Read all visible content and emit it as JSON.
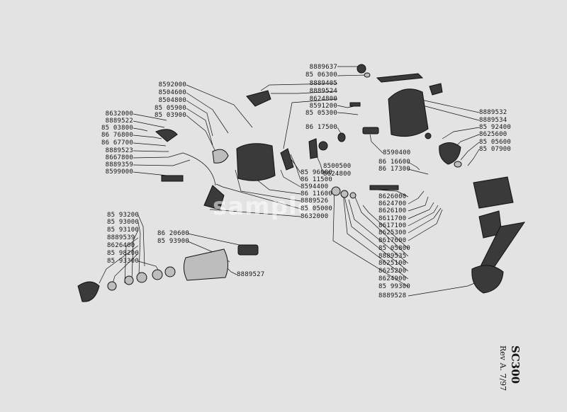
{
  "model": {
    "title": "SC300",
    "revision": "Rev A. 7/97"
  },
  "watermark": "sample",
  "labels": [
    {
      "id": "p1",
      "text": "8889637"
    },
    {
      "id": "p2",
      "text": "85 06300"
    },
    {
      "id": "p3",
      "text": "8889405"
    },
    {
      "id": "p4",
      "text": "8889524"
    },
    {
      "id": "p5",
      "text": "8624800"
    },
    {
      "id": "p6",
      "text": "8591200"
    },
    {
      "id": "p7",
      "text": "85 05300"
    },
    {
      "id": "p8",
      "text": "8592000"
    },
    {
      "id": "p9",
      "text": "8504600"
    },
    {
      "id": "p10",
      "text": "8504800"
    },
    {
      "id": "p11",
      "text": "85 05900"
    },
    {
      "id": "p12",
      "text": "85 03900"
    },
    {
      "id": "p13",
      "text": "8632000"
    },
    {
      "id": "p14",
      "text": "8889522"
    },
    {
      "id": "p15",
      "text": "85 03800"
    },
    {
      "id": "p16",
      "text": "86 76800"
    },
    {
      "id": "p17",
      "text": "86 67700"
    },
    {
      "id": "p18",
      "text": "8889523"
    },
    {
      "id": "p19",
      "text": "8667800"
    },
    {
      "id": "p20",
      "text": "8889359"
    },
    {
      "id": "p21",
      "text": "8599000"
    },
    {
      "id": "p22",
      "text": "86 17500"
    },
    {
      "id": "p23",
      "text": "8590400"
    },
    {
      "id": "p24",
      "text": "8500500"
    },
    {
      "id": "p25",
      "text": "8624800"
    },
    {
      "id": "p26",
      "text": "85 96000"
    },
    {
      "id": "p27",
      "text": "86 11500"
    },
    {
      "id": "p28",
      "text": "8594400"
    },
    {
      "id": "p29",
      "text": "86 11600"
    },
    {
      "id": "p30",
      "text": "8889526"
    },
    {
      "id": "p31",
      "text": "85 05000"
    },
    {
      "id": "p32",
      "text": "8632000"
    },
    {
      "id": "p33",
      "text": "8889532"
    },
    {
      "id": "p34",
      "text": "8889534"
    },
    {
      "id": "p35",
      "text": "85 92400"
    },
    {
      "id": "p36",
      "text": "8625600"
    },
    {
      "id": "p37",
      "text": "85 05600"
    },
    {
      "id": "p38",
      "text": "85 07900"
    },
    {
      "id": "p39",
      "text": "86 16600"
    },
    {
      "id": "p40",
      "text": "86 17300"
    },
    {
      "id": "p41",
      "text": "8626000"
    },
    {
      "id": "p42",
      "text": "8624700"
    },
    {
      "id": "p43",
      "text": "8626100"
    },
    {
      "id": "p44",
      "text": "8611700"
    },
    {
      "id": "p45",
      "text": "8617100"
    },
    {
      "id": "p46",
      "text": "8625300"
    },
    {
      "id": "p47",
      "text": "8617600"
    },
    {
      "id": "p48",
      "text": "85 05800"
    },
    {
      "id": "p49",
      "text": "8889535"
    },
    {
      "id": "p50",
      "text": "8625100"
    },
    {
      "id": "p51",
      "text": "8625200"
    },
    {
      "id": "p52",
      "text": "8624900"
    },
    {
      "id": "p53",
      "text": "85 99300"
    },
    {
      "id": "p54",
      "text": "8889528"
    },
    {
      "id": "p55",
      "text": "85 93200"
    },
    {
      "id": "p56",
      "text": "85 93000"
    },
    {
      "id": "p57",
      "text": "85 93100"
    },
    {
      "id": "p58",
      "text": "8889539"
    },
    {
      "id": "p59",
      "text": "8626400"
    },
    {
      "id": "p60",
      "text": "85 98200"
    },
    {
      "id": "p61",
      "text": "85 93300"
    },
    {
      "id": "p62",
      "text": "86 20600"
    },
    {
      "id": "p63",
      "text": "85 93900"
    },
    {
      "id": "p64",
      "text": "8889527"
    }
  ]
}
